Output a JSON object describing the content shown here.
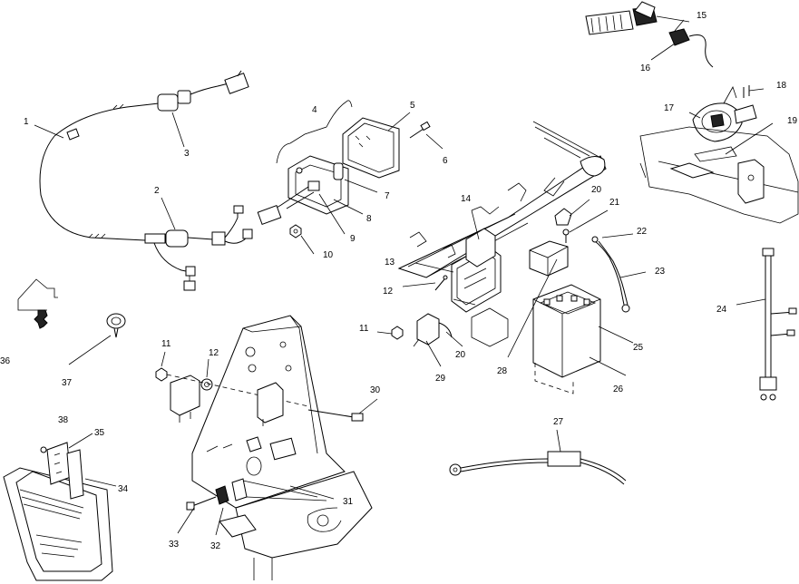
{
  "diagram": {
    "callouts": [
      {
        "id": "c1",
        "text": "1"
      },
      {
        "id": "c2",
        "text": "2"
      },
      {
        "id": "c3",
        "text": "3"
      },
      {
        "id": "c4",
        "text": "4"
      },
      {
        "id": "c5",
        "text": "5"
      },
      {
        "id": "c6",
        "text": "6"
      },
      {
        "id": "c7",
        "text": "7"
      },
      {
        "id": "c8",
        "text": "8"
      },
      {
        "id": "c9",
        "text": "9"
      },
      {
        "id": "c10",
        "text": "10"
      },
      {
        "id": "c11a",
        "text": "11"
      },
      {
        "id": "c11b",
        "text": "11"
      },
      {
        "id": "c12a",
        "text": "12"
      },
      {
        "id": "c12b",
        "text": "12"
      },
      {
        "id": "c13",
        "text": "13"
      },
      {
        "id": "c14",
        "text": "14"
      },
      {
        "id": "c15",
        "text": "15"
      },
      {
        "id": "c16",
        "text": "16"
      },
      {
        "id": "c17",
        "text": "17"
      },
      {
        "id": "c18",
        "text": "18"
      },
      {
        "id": "c19",
        "text": "19"
      },
      {
        "id": "c20a",
        "text": "20"
      },
      {
        "id": "c20b",
        "text": "20"
      },
      {
        "id": "c21",
        "text": "21"
      },
      {
        "id": "c22",
        "text": "22"
      },
      {
        "id": "c23",
        "text": "23"
      },
      {
        "id": "c24",
        "text": "24"
      },
      {
        "id": "c25",
        "text": "25"
      },
      {
        "id": "c26",
        "text": "26"
      },
      {
        "id": "c27",
        "text": "27"
      },
      {
        "id": "c28",
        "text": "28"
      },
      {
        "id": "c29",
        "text": "29"
      },
      {
        "id": "c30",
        "text": "30"
      },
      {
        "id": "c31",
        "text": "31"
      },
      {
        "id": "c32",
        "text": "32"
      },
      {
        "id": "c33",
        "text": "33"
      },
      {
        "id": "c34",
        "text": "34"
      },
      {
        "id": "c35",
        "text": "35"
      },
      {
        "id": "c36",
        "text": "36"
      },
      {
        "id": "c37",
        "text": "37"
      },
      {
        "id": "c38",
        "text": "38"
      }
    ]
  }
}
